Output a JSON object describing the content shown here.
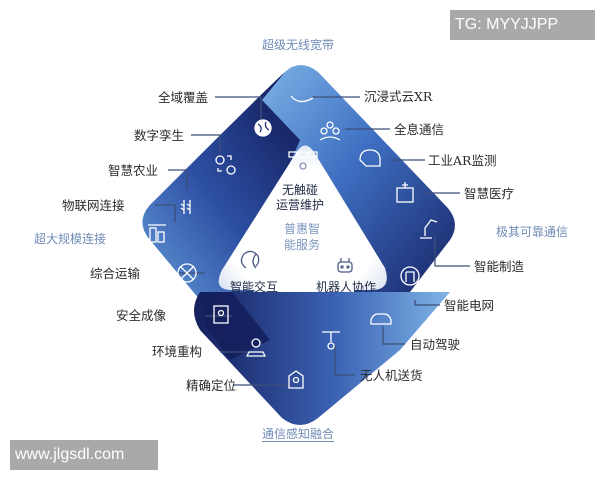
{
  "watermarks": {
    "top_right": "TG: MYYJJPP",
    "bottom_left": "www.jlgsdl.com"
  },
  "categories": {
    "top": "超级无线宽带",
    "left": "超大规模连接",
    "right": "极其可靠通信",
    "bottom": "通信感知融合"
  },
  "center": {
    "title_line1": "普惠智",
    "title_line2": "能服务",
    "items": [
      {
        "line1": "无触碰",
        "line2": "运营维护",
        "icon": "remote-ops-icon"
      },
      {
        "label": "智能交互",
        "icon": "human-interaction-icon"
      },
      {
        "label": "机器人协作",
        "icon": "robot-icon"
      }
    ]
  },
  "left_labels": [
    {
      "label": "全域覆盖",
      "icon": "globe-icon"
    },
    {
      "label": "数字孪生",
      "icon": "digital-twin-icon"
    },
    {
      "label": "智慧农业",
      "icon": "wheat-icon"
    },
    {
      "label": "物联网连接",
      "icon": "iot-devices-icon"
    },
    {
      "label": "综合运输",
      "icon": "transport-hub-icon"
    },
    {
      "label": "安全成像",
      "icon": "security-scanner-icon"
    },
    {
      "label": "环境重构",
      "icon": "map-pin-icon"
    },
    {
      "label": "精确定位",
      "icon": "location-house-icon"
    }
  ],
  "right_labels": [
    {
      "label": "沉浸式云XR",
      "icon": "xr-glasses-icon"
    },
    {
      "label": "全息通信",
      "icon": "hologram-people-icon"
    },
    {
      "label": "工业AR监测",
      "icon": "ar-headset-icon"
    },
    {
      "label": "智慧医疗",
      "icon": "hospital-icon"
    },
    {
      "label": "智能制造",
      "icon": "robot-arm-icon"
    },
    {
      "label": "智能电网",
      "icon": "power-grid-icon"
    },
    {
      "label": "自动驾驶",
      "icon": "car-icon"
    },
    {
      "label": "无人机送货",
      "icon": "drone-icon"
    }
  ],
  "colors": {
    "light_blue": "#6fa6dc",
    "mid_blue": "#3a66b8",
    "dark_navy": "#14215e",
    "category_text": "#6f8bb6",
    "leader_line": "#3d4f7a",
    "watermark_bg": "#a9a9a9"
  }
}
